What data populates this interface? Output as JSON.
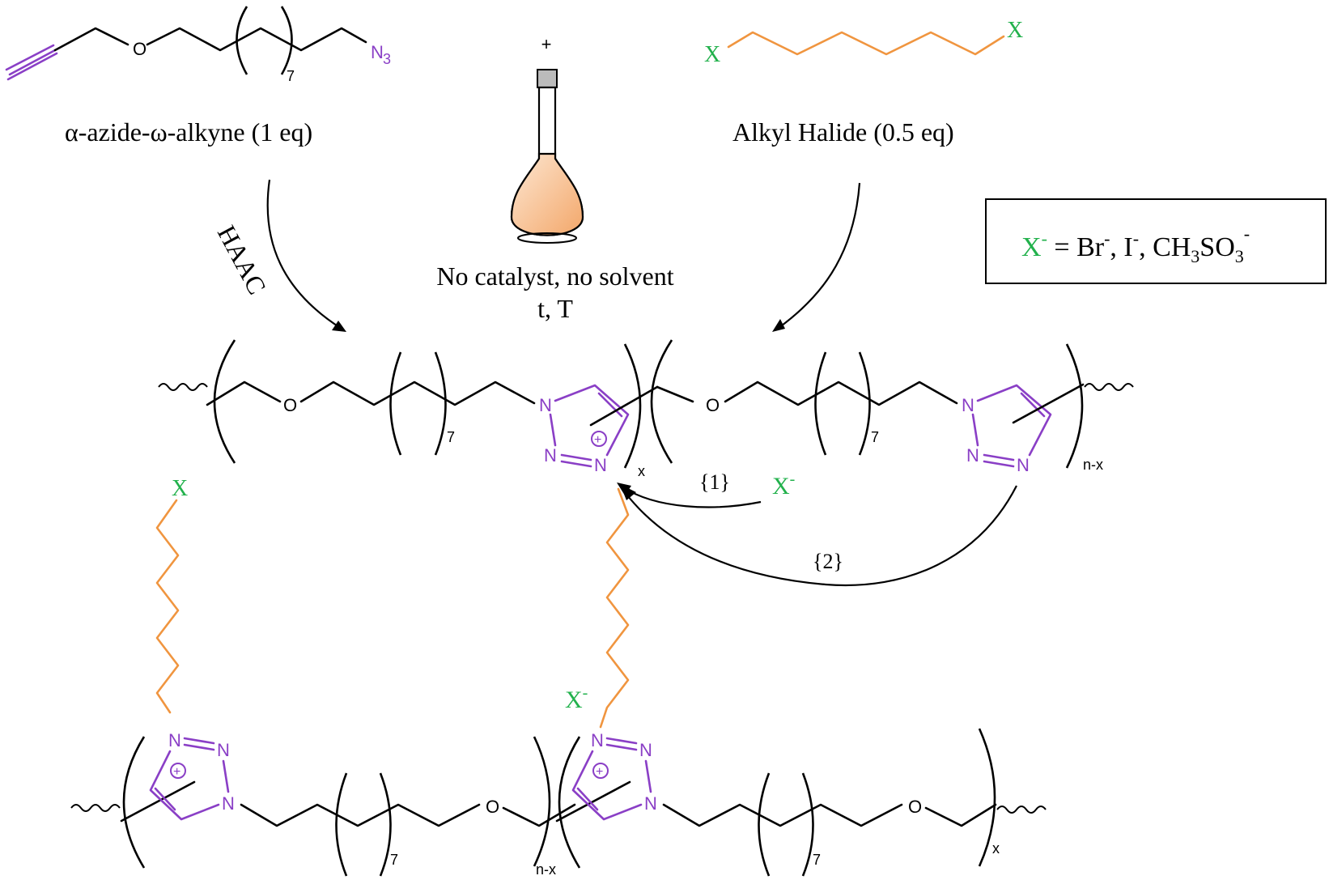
{
  "reactants": {
    "monomer_label": "α-azide-ω-alkyne (1 eq)",
    "halide_label": "Alkyl Halide (0.5 eq)",
    "plus_sign": "+",
    "atom_o": "O",
    "atom_n3_main": "N",
    "atom_n3_sub": "3",
    "repeat_7": "7",
    "halide_x": "X"
  },
  "conditions": {
    "route": "HAAC",
    "line1": "No catalyst, no solvent",
    "line2": "t, T"
  },
  "legend": {
    "x_minus": "X",
    "charge": "-",
    "eq": " = Br",
    "comma1": ", I",
    "comma2": ", CH",
    "sub3a": "3",
    "so": "SO",
    "sub3b": "3"
  },
  "polymer": {
    "atom_o": "O",
    "atom_n": "N",
    "repeat_7": "7",
    "sub_x": "x",
    "sub_nx": "n-x",
    "pathway_1": "{1}",
    "pathway_2": "{2}",
    "anion": "X",
    "anion_charge": "-",
    "pendant_x": "X",
    "plus_circle": "+"
  },
  "colors": {
    "triazole": "#8a3fc6",
    "halide_chain": "#f0953f",
    "halogen": "#22b14c"
  }
}
